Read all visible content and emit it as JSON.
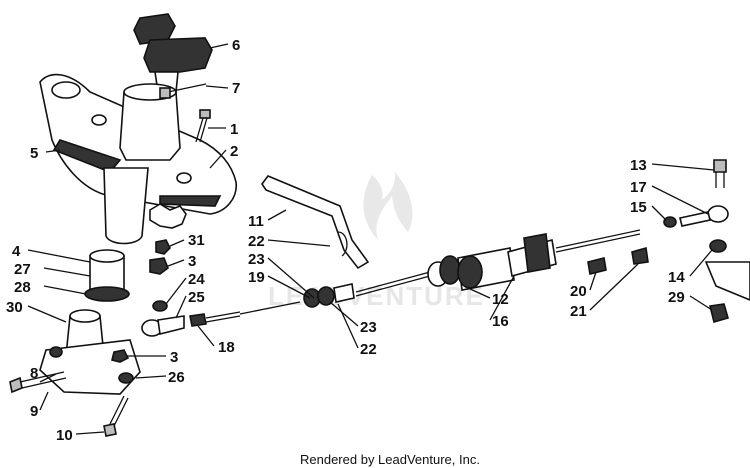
{
  "callouts": [
    {
      "id": "c6",
      "text": "6"
    },
    {
      "id": "c7",
      "text": "7"
    },
    {
      "id": "c1",
      "text": "1"
    },
    {
      "id": "c2",
      "text": "2"
    },
    {
      "id": "c5",
      "text": "5"
    },
    {
      "id": "c31",
      "text": "31"
    },
    {
      "id": "c3a",
      "text": "3"
    },
    {
      "id": "c4",
      "text": "4"
    },
    {
      "id": "c27",
      "text": "27"
    },
    {
      "id": "c28",
      "text": "28"
    },
    {
      "id": "c30",
      "text": "30"
    },
    {
      "id": "c24",
      "text": "24"
    },
    {
      "id": "c25",
      "text": "25"
    },
    {
      "id": "c18",
      "text": "18"
    },
    {
      "id": "c3b",
      "text": "3"
    },
    {
      "id": "c26",
      "text": "26"
    },
    {
      "id": "c8",
      "text": "8"
    },
    {
      "id": "c9",
      "text": "9"
    },
    {
      "id": "c10",
      "text": "10"
    },
    {
      "id": "c11",
      "text": "11"
    },
    {
      "id": "c22a",
      "text": "22"
    },
    {
      "id": "c23a",
      "text": "23"
    },
    {
      "id": "c19",
      "text": "19"
    },
    {
      "id": "c23b",
      "text": "23"
    },
    {
      "id": "c22b",
      "text": "22"
    },
    {
      "id": "c12",
      "text": "12"
    },
    {
      "id": "c16",
      "text": "16"
    },
    {
      "id": "c20",
      "text": "20"
    },
    {
      "id": "c21",
      "text": "21"
    },
    {
      "id": "c13",
      "text": "13"
    },
    {
      "id": "c17",
      "text": "17"
    },
    {
      "id": "c15",
      "text": "15"
    },
    {
      "id": "c14",
      "text": "14"
    },
    {
      "id": "c29",
      "text": "29"
    }
  ],
  "watermark": "LEADVENTURE",
  "footer": "Rendered by LeadVenture, Inc."
}
